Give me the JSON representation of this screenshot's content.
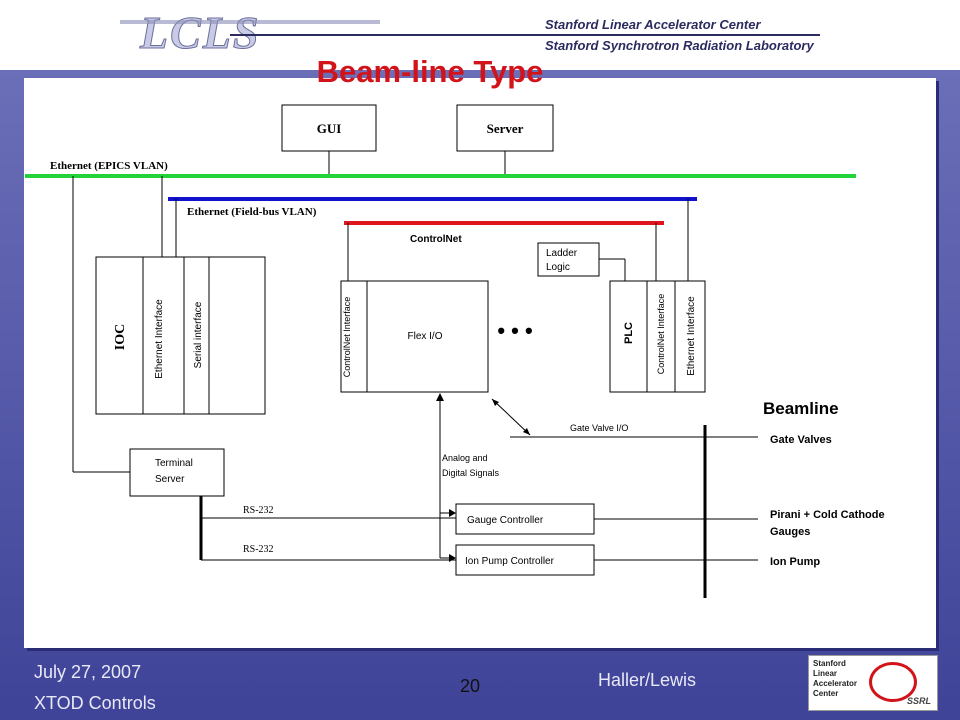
{
  "header": {
    "logo_text": "LCLS",
    "org1": "Stanford Linear Accelerator Center",
    "org2": "Stanford Synchrotron Radiation Laboratory"
  },
  "title": "Beam-line Type",
  "diagram": {
    "gui": "GUI",
    "server": "Server",
    "eth_epics": "Ethernet (EPICS VLAN)",
    "eth_fieldbus": "Ethernet (Field-bus VLAN)",
    "controlnet": "ControlNet",
    "ioc": "IOC",
    "ioc_eth": "Ethernet Interface",
    "ioc_serial": "Serial interface",
    "controlnet_interface": "ControlNet Interface",
    "flex_io": "Flex I/O",
    "ellipsis": "• • •",
    "ladder_logic_1": "Ladder",
    "ladder_logic_2": "Logic",
    "plc": "PLC",
    "plc_controlnet": "ControlNet Interface",
    "plc_eth": "Ethernet Interface",
    "beamline": "Beamline",
    "gate_valve_io": "Gate Valve I/O",
    "analog_1": "Analog and",
    "analog_2": "Digital Signals",
    "terminal_1": "Terminal",
    "terminal_2": "Server",
    "rs232_1": "RS-232",
    "rs232_2": "RS-232",
    "gauge_controller": "Gauge Controller",
    "ion_pump_controller": "Ion Pump Controller",
    "gate_valves": "Gate Valves",
    "pirani_1": "Pirani + Cold Cathode",
    "pirani_2": "Gauges",
    "ion_pump": "Ion Pump"
  },
  "footer": {
    "date": "July 27, 2007",
    "project": "XTOD Controls",
    "page": "20",
    "authors": "Haller/Lewis",
    "logo_lines": [
      "Stanford",
      "Linear",
      "Accelerator",
      "Center"
    ],
    "logo_ssrl": "SSRL"
  }
}
